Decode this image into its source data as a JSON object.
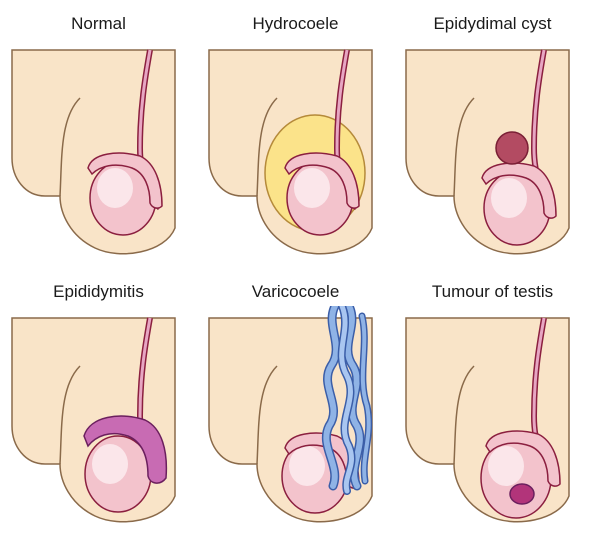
{
  "panels": [
    {
      "title": "Normal"
    },
    {
      "title": "Hydrocoele"
    },
    {
      "title": "Epidydimal cyst"
    },
    {
      "title": "Epididymitis"
    },
    {
      "title": "Varicocoele"
    },
    {
      "title": "Tumour of testis"
    }
  ],
  "colors": {
    "skin": "#f9e4c8",
    "skin_outline": "#8a6a4a",
    "testis_fill": "#f3c3cc",
    "testis_highlight": "#fbe6ea",
    "testis_outline": "#8b1f3f",
    "cord": "#e7a6c3",
    "hydrocoele_fluid": "#fbe38a",
    "cyst": "#b34b62",
    "inflamed_epididymis": "#c86bb3",
    "veins": "#8fb3e6",
    "tumour": "#b2347a"
  }
}
